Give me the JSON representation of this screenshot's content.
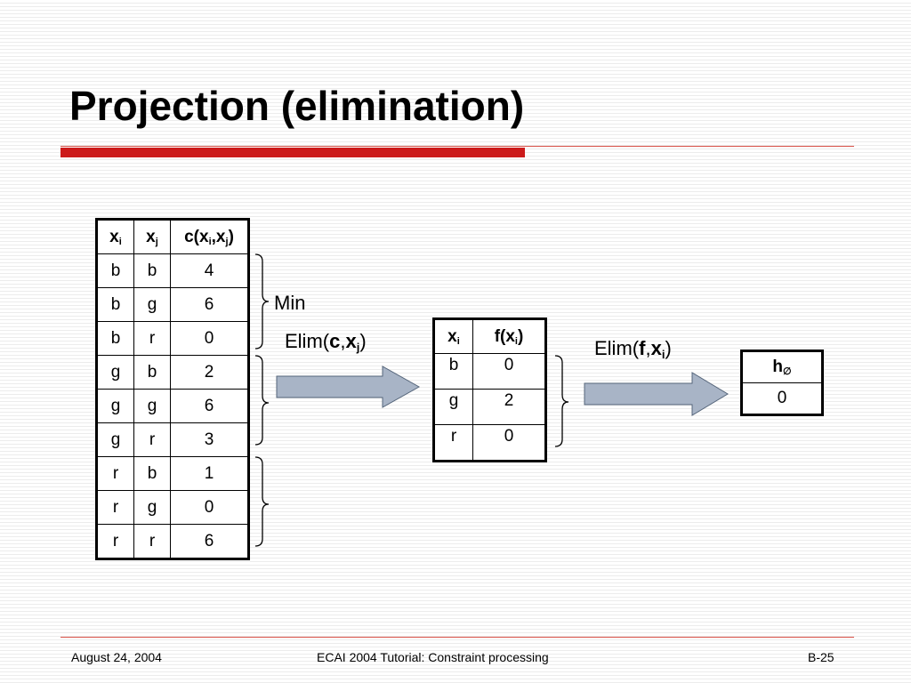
{
  "slide": {
    "title": "Projection (elimination)"
  },
  "table_c": {
    "headers": [
      "x",
      "i",
      "x",
      "j",
      "c(x",
      "i",
      ",x",
      "j",
      ")"
    ],
    "rows": [
      [
        "b",
        "b",
        "4"
      ],
      [
        "b",
        "g",
        "6"
      ],
      [
        "b",
        "r",
        "0"
      ],
      [
        "g",
        "b",
        "2"
      ],
      [
        "g",
        "g",
        "6"
      ],
      [
        "g",
        "r",
        "3"
      ],
      [
        "r",
        "b",
        "1"
      ],
      [
        "r",
        "g",
        "0"
      ],
      [
        "r",
        "r",
        "6"
      ]
    ]
  },
  "min_label": "Min",
  "elim1": {
    "prefix": "Elim(",
    "arg1": "c",
    "sep": ",",
    "arg2": "x",
    "sub": "j",
    "suffix": ")"
  },
  "table_f": {
    "headers": [
      "x",
      "i",
      "f(x",
      "i",
      ")"
    ],
    "rows": [
      [
        "b",
        "0"
      ],
      [
        "g",
        "2"
      ],
      [
        "r",
        "0"
      ]
    ]
  },
  "elim2": {
    "prefix": "Elim(",
    "arg1": "f",
    "sep": ",",
    "arg2": "x",
    "sub": "i",
    "suffix": ")"
  },
  "table_h": {
    "header": "h",
    "header_sub": "∅",
    "value": "0"
  },
  "footer": {
    "date": "August 24, 2004",
    "center": "ECAI 2004 Tutorial: Constraint processing",
    "page": "B-25"
  },
  "colors": {
    "accent_red": "#cc1b1b",
    "arrow_fill": "#a8b4c6",
    "arrow_stroke": "#55657a"
  }
}
